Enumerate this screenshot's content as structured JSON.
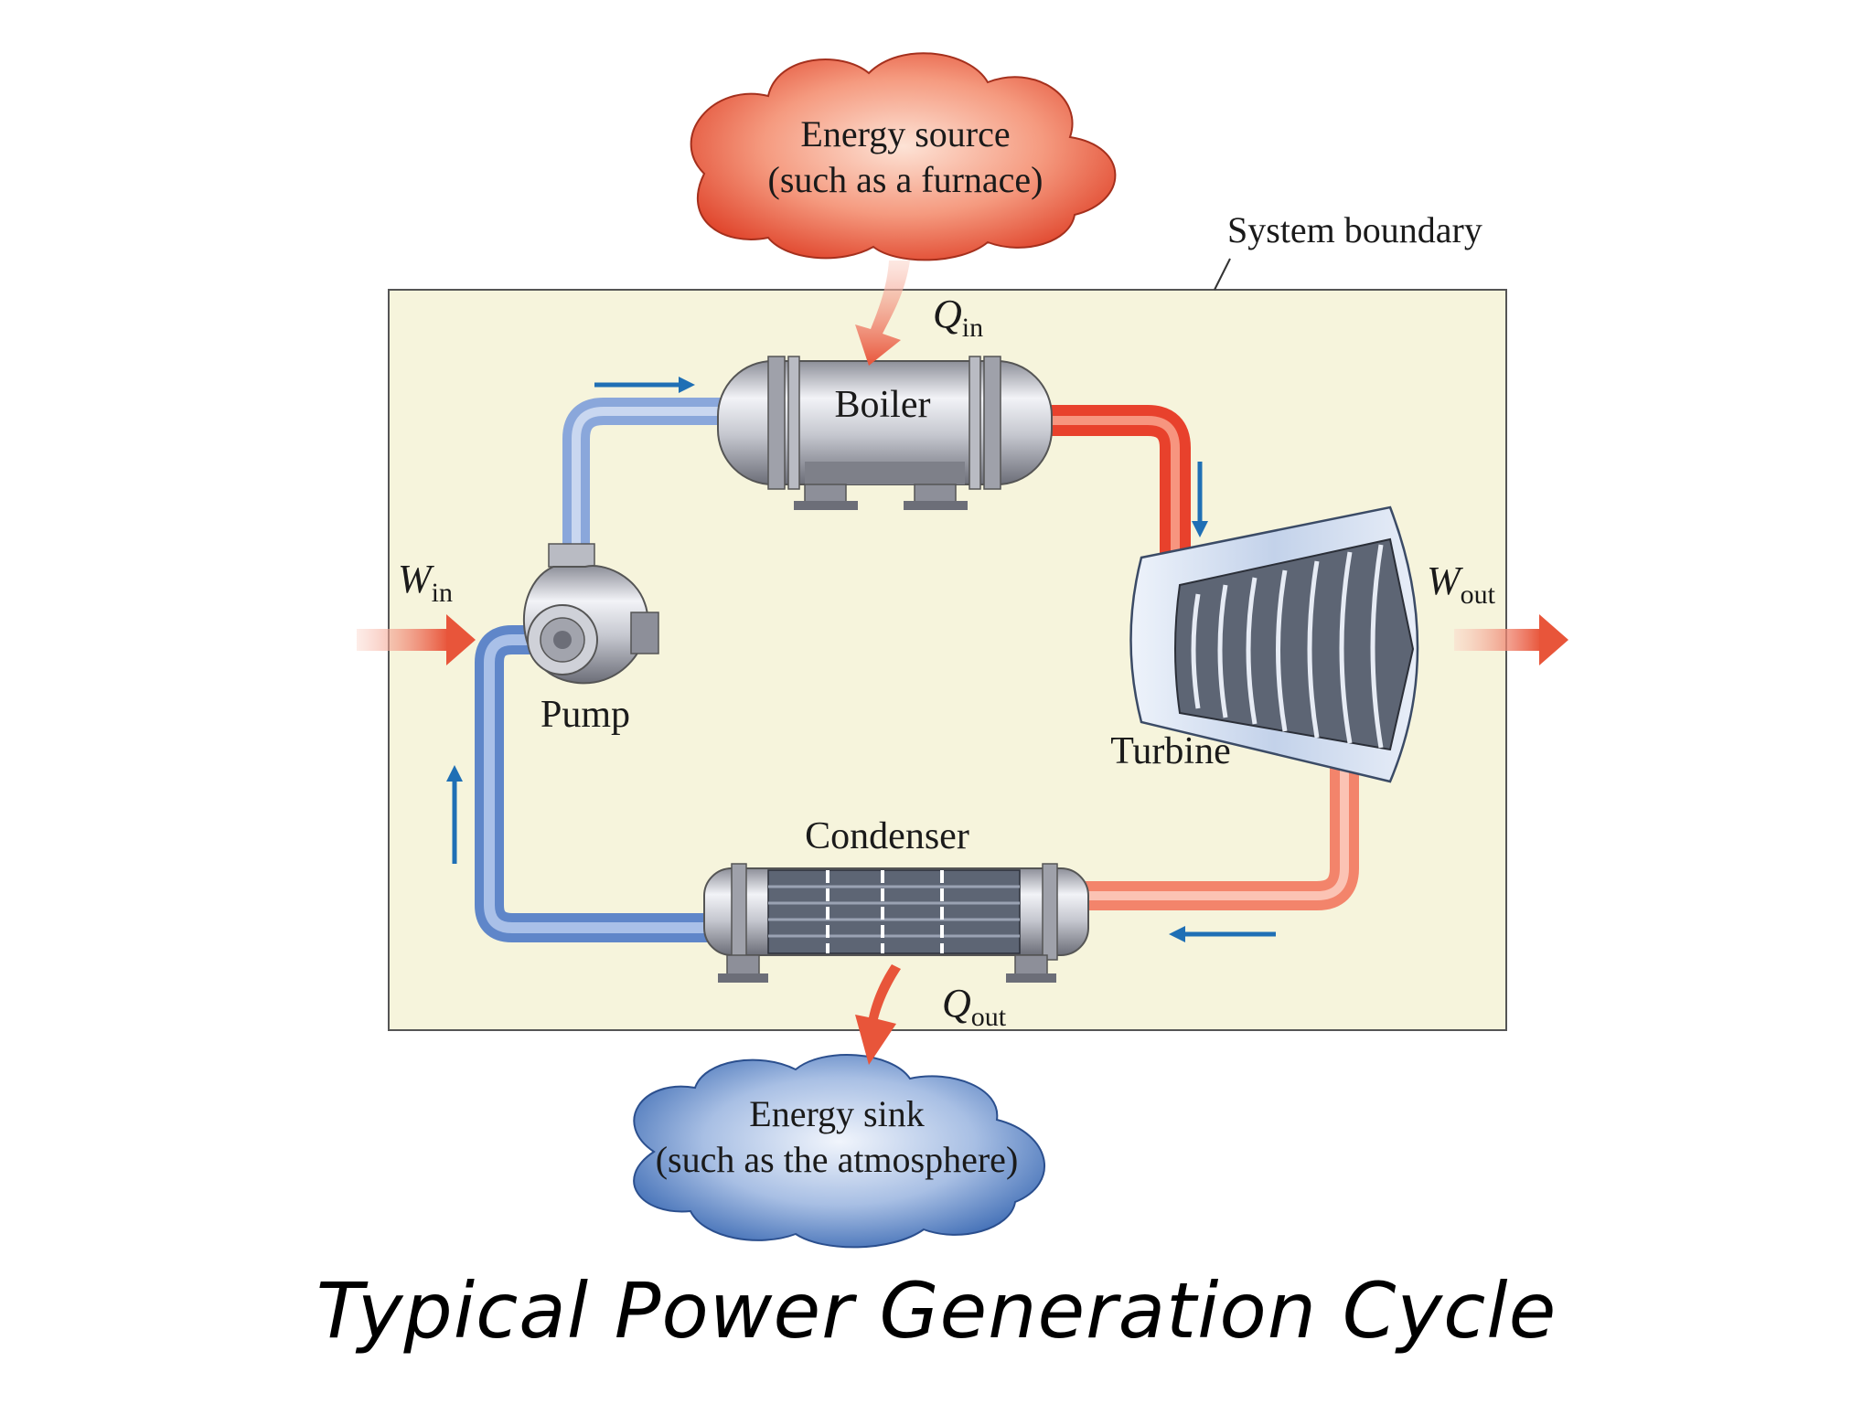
{
  "diagram": {
    "source_cloud": {
      "line1": "Energy source",
      "line2": "(such as a furnace)"
    },
    "sink_cloud": {
      "line1": "Energy sink",
      "line2": "(such as the atmosphere)"
    },
    "system_boundary_label": "System boundary",
    "components": {
      "boiler": "Boiler",
      "pump": "Pump",
      "turbine": "Turbine",
      "condenser": "Condenser"
    },
    "flows": {
      "q_in": {
        "symbol": "Q",
        "subscript": "in"
      },
      "q_out": {
        "symbol": "Q",
        "subscript": "out"
      },
      "w_in": {
        "symbol": "W",
        "subscript": "in"
      },
      "w_out": {
        "symbol": "W",
        "subscript": "out"
      }
    },
    "colors": {
      "boundary_fill": "#f6f4dc",
      "hot_pipe": "#e8412c",
      "warm_pipe": "#f3846b",
      "cold_pipe": "#7f9fd6",
      "flow_arrow": "#1f6fb5",
      "energy_arrow": "#e8553a"
    }
  },
  "caption": "Typical Power Generation Cycle"
}
